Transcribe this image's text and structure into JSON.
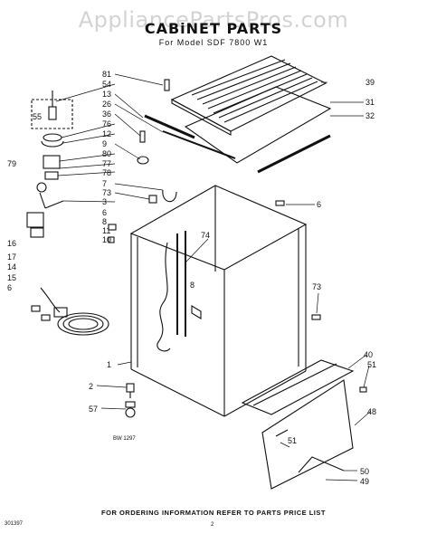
{
  "watermark": "AppliancePartsPros.com",
  "title": "CABiNET PARTS",
  "subtitle": "For Model SDF 7800 W1",
  "footer": "FOR ORDERING INFORMATION REFER TO PARTS PRICE LIST",
  "drawing_code": "BW 1297",
  "footer_code": "301397",
  "page_number": "2",
  "callouts": [
    "81",
    "54",
    "13",
    "26",
    "55",
    "36",
    "76",
    "12",
    "9",
    "80",
    "77",
    "78",
    "79",
    "7",
    "73",
    "3",
    "6",
    "8",
    "11",
    "10",
    "16",
    "17",
    "14",
    "15",
    "6",
    "1",
    "2",
    "57",
    "74",
    "8",
    "39",
    "31",
    "32",
    "6",
    "73",
    "40",
    "51",
    "48",
    "51",
    "50",
    "49"
  ]
}
